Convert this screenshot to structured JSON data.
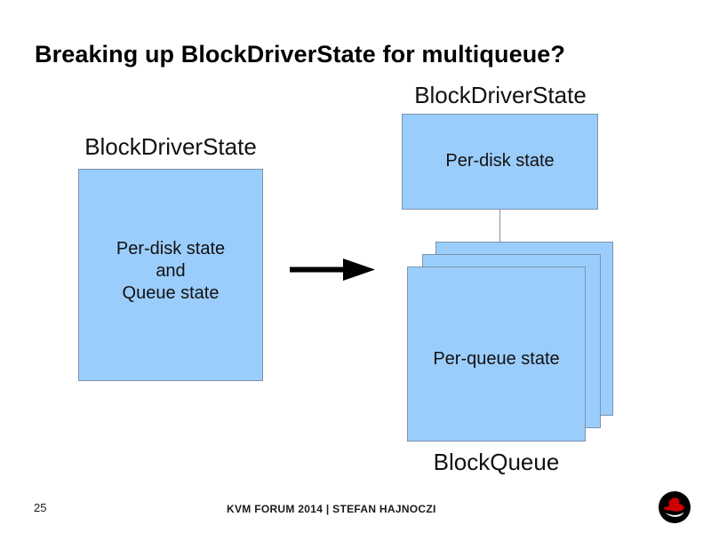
{
  "slide": {
    "title": "Breaking up BlockDriverState for multiqueue?",
    "page_number": "25",
    "footer_credit": "KVM FORUM 2014 | STEFAN HAJNOCZI",
    "logo_name": "red-hat-shadowman-logo"
  },
  "colors": {
    "box_fill": "#9BCDFC",
    "box_border": "#7C93AD",
    "arrow": "#000000",
    "text": "#111111",
    "logo_red": "#CC0000",
    "logo_black": "#000000"
  },
  "diagram": {
    "before": {
      "caption": "BlockDriverState",
      "box_text": "Per-disk state\nand\nQueue state"
    },
    "transition": {
      "arrow_icon": "arrow-right-icon"
    },
    "after": {
      "disk_caption": "BlockDriverState",
      "disk_box_text": "Per-disk state",
      "queue_box_text": "Per-queue state",
      "queue_caption": "BlockQueue",
      "queue_stack_count": 3
    }
  }
}
